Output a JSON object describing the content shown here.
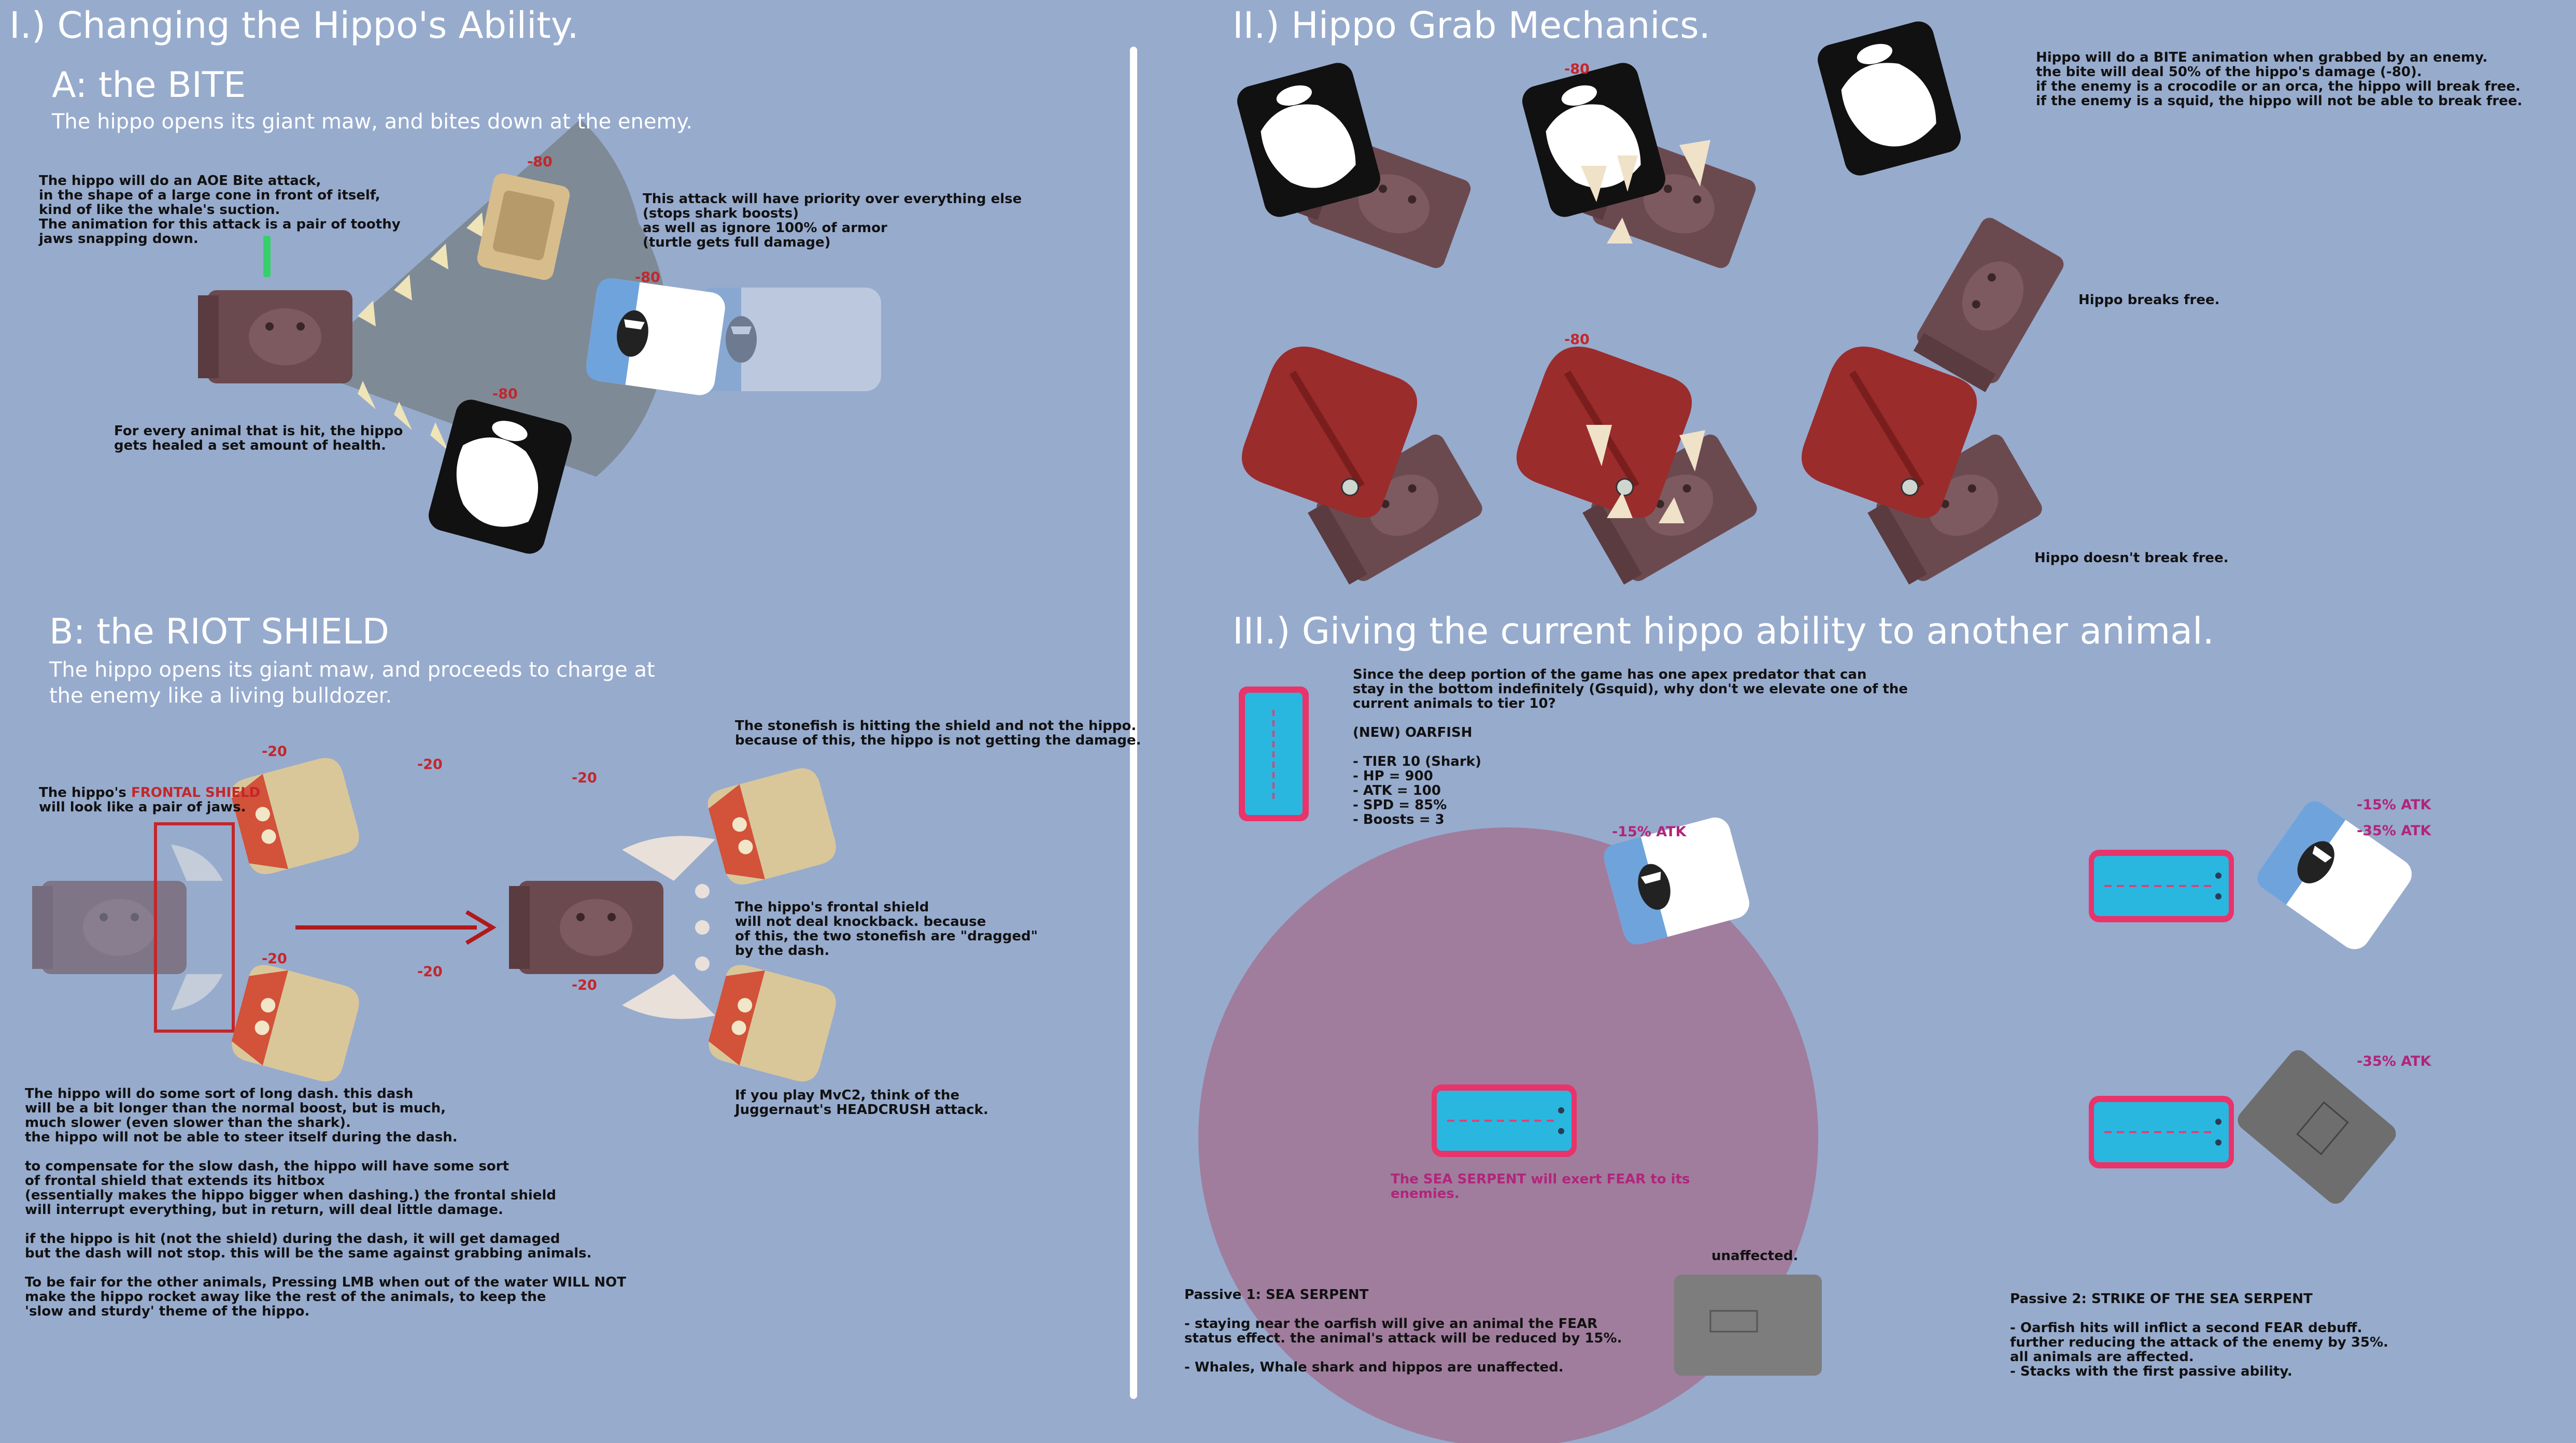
{
  "colors": {
    "background": "#97abcd",
    "divider": "#ffffff",
    "damage_text": "#c4262a",
    "fear_text": "#b1257a",
    "fear_circle": "#a07d9d"
  },
  "section1": {
    "title": "I.) Changing the Hippo's Ability.",
    "bite": {
      "heading": "A: the BITE",
      "subtitle": "The hippo opens its giant maw,  and bites down at the enemy.",
      "note_left": "The hippo will do an AOE Bite attack,\nin the shape of a large cone in front of itself,\nkind of like the whale's suction.\nThe animation for this attack is a pair of toothy\njaws snapping down.",
      "note_right": "This attack will have priority over everything else\n(stops shark boosts)\nas well as ignore 100% of armor\n(turtle gets full damage)",
      "note_bottom": "For every animal that is hit, the hippo\ngets healed a set amount of health.",
      "dmg_turtle": "-80",
      "dmg_shark": "-80",
      "dmg_orca": "-80"
    },
    "shield": {
      "heading": "B: the RIOT SHIELD",
      "subtitle": "The hippo opens its giant maw, and proceeds to charge at\nthe enemy like a living bulldozer.",
      "frontal_prefix": "The hippo's ",
      "frontal_highlight": "FRONTAL SHIELD",
      "frontal_suffix": "will look like a pair of jaws.",
      "note_stonefish": "The stonefish is hitting the shield and not the hippo.\nbecause of this, the hippo is not getting the damage.",
      "note_knockback": "The hippo's frontal shield\nwill not deal knockback. because\nof this, the two stonefish are \"dragged\"\nby the dash.",
      "note_mvc": "If you play MvC2, think of the\nJuggernaut's HEADCRUSH attack.",
      "note_long": "The hippo will do some sort of long dash. this dash\nwill be a bit longer than the normal boost, but is much,\nmuch slower (even slower than the shark).\nthe hippo will not be able to steer itself during the dash.\n\nto compensate for the slow dash, the hippo will have some sort\nof frontal shield that extends its hitbox\n(essentially makes the hippo bigger when dashing.) the frontal shield\nwill interrupt everything, but in return, will deal little damage.\n\nif the hippo is hit  (not the shield) during the dash, it will get damaged\nbut the dash will not stop. this will be the same against grabbing animals.\n\nTo be fair for the other animals, Pressing LMB when out of the water WILL NOT\nmake the hippo rocket away like the rest of the animals, to keep the\n'slow and sturdy' theme of the hippo.",
      "dmg_labels": [
        "-20",
        "-20",
        "-20",
        "-20",
        "-20",
        "-20"
      ]
    }
  },
  "section2": {
    "title": "II.) Hippo Grab Mechanics.",
    "note_top": "Hippo will do a BITE animation when grabbed by an enemy.\nthe bite will deal 50% of the hippo's damage (-80).\nif the enemy is a crocodile or an orca, the hippo will break free.\nif the enemy is a squid, the hippo will not be able to break free.",
    "breaks_free": "Hippo breaks free.",
    "no_break": "Hippo doesn't break free.",
    "dmg_orca": "-80",
    "dmg_squid": "-80"
  },
  "section3": {
    "title": "III.) Giving the current hippo ability to another animal.",
    "intro": "Since the deep portion of the game has one apex predator that can\nstay in the bottom indefinitely (Gsquid), why don't we elevate one of the\ncurrent animals to tier 10?",
    "name": "(NEW) OARFISH",
    "stats": "- TIER 10 (Shark)\n- HP      =    900\n- ATK     =    100\n- SPD     =    85%\n- Boosts =    3",
    "fear_note": "The SEA SERPENT will exert FEAR to its\nenemies.",
    "unaffected": "unaffected.",
    "passive1": "Passive 1: SEA SERPENT\n\n- staying near the oarfish will give an animal the FEAR\nstatus effect. the animal's attack will be reduced by 15%.\n\n- Whales, Whale shark and hippos are unaffected.",
    "passive2": "Passive 2: STRIKE OF THE SEA SERPENT\n\n- Oarfish hits will inflict a second FEAR debuff.\nfurther reducing the attack of the enemy by 35%.\nall animals are affected.\n- Stacks with the first passive ability.",
    "atk_15": "-15% ATK",
    "atk_15b": "-15% ATK",
    "atk_35a": "-35% ATK",
    "atk_35b": "-35% ATK"
  }
}
